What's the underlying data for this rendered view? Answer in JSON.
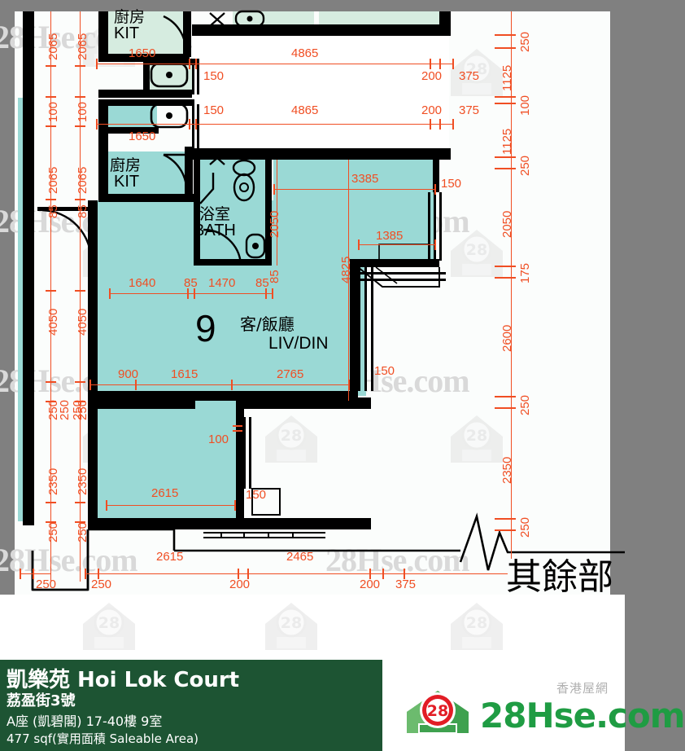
{
  "footer": {
    "estate_name": "凱樂苑 Hoi Lok Court",
    "address": "荔盈街3號",
    "unit": "A座 (凱碧閣) 17-40樓 9室",
    "area": "477 sqf(實用面積 Saleable Area)",
    "brand_sub": "香港屋網",
    "brand_text": "28Hse.com",
    "brand_badge": "28",
    "green": "#1d5433",
    "logo_green": "#1f9c43",
    "logo_red": "#e21d25"
  },
  "watermark": {
    "badge": "28",
    "text": "28Hse.com"
  },
  "plan": {
    "unit_number": "9",
    "truncated_note": "其餘部",
    "rooms": [
      {
        "name_cn": "廚房",
        "name_en": "KIT"
      },
      {
        "name_cn": "廚房",
        "name_en": "KIT"
      },
      {
        "name_cn": "浴室",
        "name_en": "BATH"
      },
      {
        "name_cn": "客/飯廳",
        "name_en": "LIV/DIN"
      }
    ],
    "room_kit_cn": "廚房",
    "room_kit_en": "KIT",
    "room_bath_cn": "浴室",
    "room_bath_en": "BATH",
    "room_liv_cn": "客/飯廳",
    "room_liv_en": "LIV/DIN",
    "dimension_color": "#f04e23",
    "area_fill_primary": "#9ad9d5",
    "area_fill_secondary": "#d6ece0",
    "dimensions": {
      "top_row_1": [
        "1650",
        "150",
        "4865",
        "200",
        "375"
      ],
      "top_row_2": [
        "1650",
        "150",
        "4865",
        "200",
        "375"
      ],
      "left_col_outer": [
        "2065",
        "100",
        "2065",
        "85",
        "4050",
        "250",
        "2350",
        "250"
      ],
      "left_col_inner": [
        "2065",
        "100",
        "2065",
        "85",
        "4050",
        "250",
        "2350",
        "250"
      ],
      "right_col": [
        "250",
        "1125",
        "100",
        "1125",
        "250",
        "2050",
        "175",
        "2600",
        "250",
        "2350",
        "250"
      ],
      "bottom_row": [
        "250",
        "250",
        "2615",
        "200",
        "2465",
        "200",
        "375"
      ],
      "interior": [
        "3385",
        "150",
        "2050",
        "1385",
        "4825",
        "85",
        "1640",
        "85",
        "1470",
        "85",
        "900",
        "1615",
        "2765",
        "150",
        "100",
        "2615",
        "150"
      ]
    },
    "labels": {
      "d_1650_a": "1650",
      "d_1650_b": "1650",
      "d_150_a": "150",
      "d_150_b": "150",
      "d_4865_a": "4865",
      "d_4865_b": "4865",
      "d_200_a": "200",
      "d_200_b": "200",
      "d_375_a": "375",
      "d_375_b": "375",
      "d_2065_a": "2065",
      "d_2065_b": "2065",
      "d_2065_c": "2065",
      "d_2065_d": "2065",
      "d_100_a": "100",
      "d_100_b": "100",
      "d_85_a": "85",
      "d_85_b": "85",
      "d_4050_a": "4050",
      "d_4050_b": "4050",
      "d_250_l1": "250",
      "d_250_l2": "250",
      "d_2350_l1": "2350",
      "d_2350_l2": "2350",
      "d_250_l3": "250",
      "d_250_l4": "250",
      "d_250_r1": "250",
      "d_1125_r1": "1125",
      "d_100_r": "100",
      "d_1125_r2": "1125",
      "d_250_r2": "250",
      "d_2050_r": "2050",
      "d_175_r": "175",
      "d_2600_r": "2600",
      "d_250_r3": "250",
      "d_2350_r": "2350",
      "d_250_r4": "250",
      "d_3385": "3385",
      "d_150_c": "150",
      "d_2050_c": "2050",
      "d_1385": "1385",
      "d_4825": "4825",
      "d_85_c": "85",
      "d_1640": "1640",
      "d_85_d": "85",
      "d_1470": "1470",
      "d_85_e": "85",
      "d_900": "900",
      "d_1615": "1615",
      "d_2765": "2765",
      "d_150_d": "150",
      "d_100_c": "100",
      "d_2615_in": "2615",
      "d_150_e": "150",
      "d_250_b1": "250",
      "d_250_b2": "250",
      "d_2615_b": "2615",
      "d_200_b1": "200",
      "d_2465_b": "2465",
      "d_200_b2": "200"
    }
  }
}
